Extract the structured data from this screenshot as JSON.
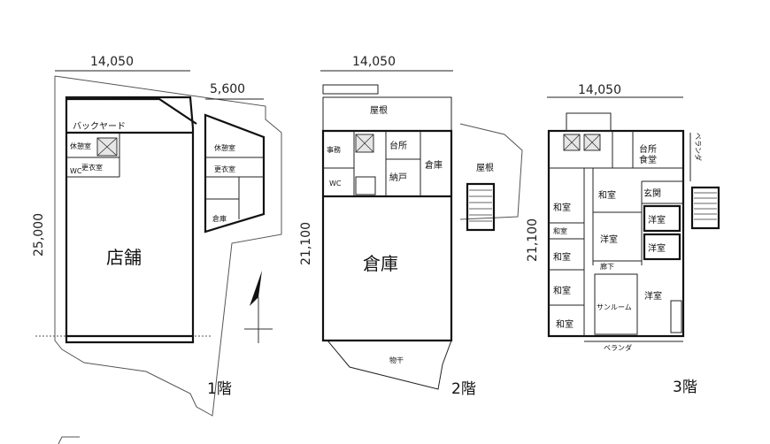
{
  "floor1": {
    "dim_width": "14,050",
    "dim_width_annex": "5,600",
    "dim_height": "25,000",
    "rooms": {
      "backyard": "バックヤード",
      "store": "店舗",
      "kyukei": "休憩室",
      "kousui": "更衣室",
      "washitsu_l": "WC",
      "annex_1": "休憩室",
      "annex_2": "更衣室",
      "annex_3": "倉庫"
    },
    "label": "1階"
  },
  "floor2": {
    "dim_width": "14,050",
    "dim_height": "21,100",
    "rooms": {
      "roof_top": "屋根",
      "roof_right": "屋根",
      "daidokoro": "台所",
      "nando": "納戸",
      "soko": "倉庫",
      "sakubo": "倉庫",
      "kouda": "物干",
      "small1": "事務",
      "small2": "WC"
    },
    "label": "2階"
  },
  "floor3": {
    "dim_width": "14,050",
    "dim_height": "21,100",
    "rooms": {
      "daidokoro": "台所\n食堂",
      "genkan": "玄関",
      "washitsu1": "和室",
      "washitsu2": "和室",
      "washitsu3": "和室",
      "washitsu4": "和室",
      "washitsu5": "和室",
      "washitsu6": "和室",
      "youshitsu1": "洋室",
      "youshitsu2": "洋室",
      "youshitsu3": "洋室",
      "youshitsu4": "洋室",
      "sunroom": "サンルーム",
      "veranda_bottom": "ベランダ",
      "veranda_right": "ベランダ",
      "roka": "廊下"
    },
    "label": "3階"
  },
  "icons": {
    "north": "north-arrow-icon"
  }
}
